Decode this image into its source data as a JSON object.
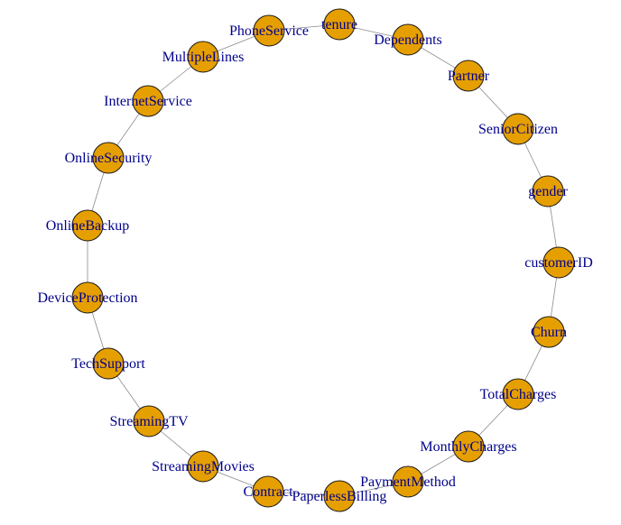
{
  "graph": {
    "layout": "circle",
    "colors": {
      "node_fill": "#e69f00",
      "node_stroke": "#1a1a1a",
      "label": "#00008b",
      "edge": "#8a8a8a"
    },
    "nodes": [
      {
        "id": "tenure",
        "label": "tenure"
      },
      {
        "id": "Dependents",
        "label": "Dependents"
      },
      {
        "id": "Partner",
        "label": "Partner"
      },
      {
        "id": "SeniorCitizen",
        "label": "SeniorCitizen"
      },
      {
        "id": "gender",
        "label": "gender"
      },
      {
        "id": "customerID",
        "label": "customerID"
      },
      {
        "id": "Churn",
        "label": "Churn"
      },
      {
        "id": "TotalCharges",
        "label": "TotalCharges"
      },
      {
        "id": "MonthlyCharges",
        "label": "MonthlyCharges"
      },
      {
        "id": "PaymentMethod",
        "label": "PaymentMethod"
      },
      {
        "id": "PaperlessBilling",
        "label": "PaperlessBilling"
      },
      {
        "id": "Contract",
        "label": "Contract"
      },
      {
        "id": "StreamingMovies",
        "label": "StreamingMovies"
      },
      {
        "id": "StreamingTV",
        "label": "StreamingTV"
      },
      {
        "id": "TechSupport",
        "label": "TechSupport"
      },
      {
        "id": "DeviceProtection",
        "label": "DeviceProtection"
      },
      {
        "id": "OnlineBackup",
        "label": "OnlineBackup"
      },
      {
        "id": "OnlineSecurity",
        "label": "OnlineSecurity"
      },
      {
        "id": "InternetService",
        "label": "InternetService"
      },
      {
        "id": "MultipleLines",
        "label": "MultipleLines"
      },
      {
        "id": "PhoneService",
        "label": "PhoneService"
      }
    ],
    "edges": [
      [
        "tenure",
        "Dependents"
      ],
      [
        "Dependents",
        "Partner"
      ],
      [
        "Partner",
        "SeniorCitizen"
      ],
      [
        "SeniorCitizen",
        "gender"
      ],
      [
        "gender",
        "customerID"
      ],
      [
        "customerID",
        "Churn"
      ],
      [
        "Churn",
        "TotalCharges"
      ],
      [
        "TotalCharges",
        "MonthlyCharges"
      ],
      [
        "MonthlyCharges",
        "PaymentMethod"
      ],
      [
        "PaymentMethod",
        "PaperlessBilling"
      ],
      [
        "PaperlessBilling",
        "Contract"
      ],
      [
        "Contract",
        "StreamingMovies"
      ],
      [
        "StreamingMovies",
        "StreamingTV"
      ],
      [
        "StreamingTV",
        "TechSupport"
      ],
      [
        "TechSupport",
        "DeviceProtection"
      ],
      [
        "DeviceProtection",
        "OnlineBackup"
      ],
      [
        "OnlineBackup",
        "OnlineSecurity"
      ],
      [
        "OnlineSecurity",
        "InternetService"
      ],
      [
        "InternetService",
        "MultipleLines"
      ],
      [
        "MultipleLines",
        "PhoneService"
      ],
      [
        "PhoneService",
        "tenure"
      ]
    ]
  }
}
